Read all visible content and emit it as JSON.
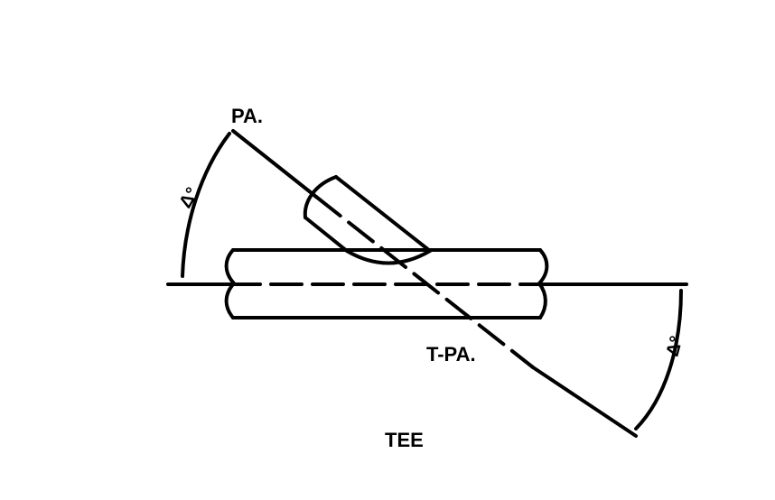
{
  "diagram": {
    "labels": {
      "branch_axis_top": "PA.",
      "branch_axis_bottom": "T-PA.",
      "angle_left": "Δ°",
      "angle_right": "Δ°",
      "title": "TEE"
    },
    "colors": {
      "line": "#000000",
      "background": "#ffffff"
    }
  }
}
